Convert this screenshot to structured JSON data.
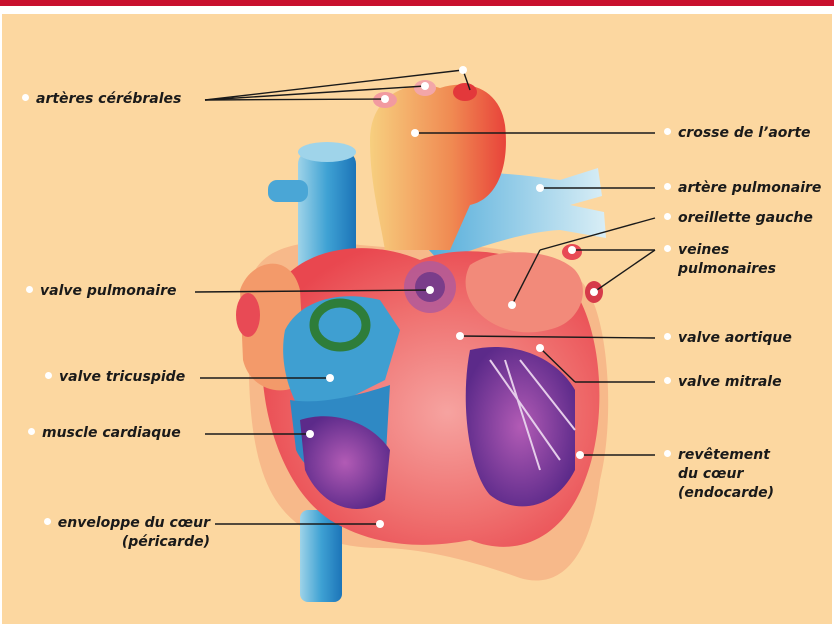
{
  "labels": {
    "arteres_cerebrales": "artères cérébrales",
    "crosse_aorte": "crosse de l’aorte",
    "artere_pulmonaire": "artère pulmonaire",
    "oreillette_gauche": "oreillette gauche",
    "veines_line1": "veines",
    "veines_line2": "pulmonaires",
    "valve_pulmonaire": "valve pulmonaire",
    "valve_aortique": "valve aortique",
    "valve_tricuspide": "valve tricuspide",
    "valve_mitrale": "valve mitrale",
    "muscle_cardiaque": "muscle cardiaque",
    "revetement_line1": "revêtement",
    "revetement_line2": "du cœur",
    "revetement_line3": "(endocarde)",
    "enveloppe_line1": "enveloppe du cœur",
    "enveloppe_line2": "(péricarde)"
  },
  "colors": {
    "accent_bar": "#c8102e",
    "background": "#fcd7a0",
    "marker": "#ffffff"
  }
}
